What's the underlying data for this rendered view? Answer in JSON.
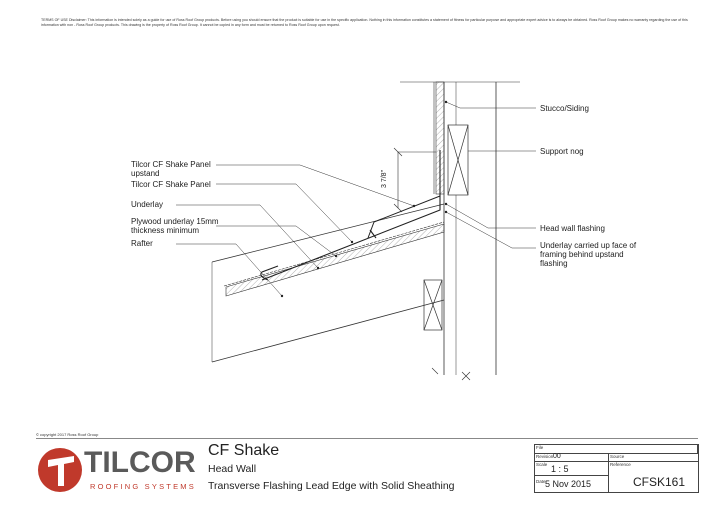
{
  "disclaimer": "TERMS OF USE Disclaimer: This information is intended solely as a guide for use of Ross Roof Group products. Before using you should ensure that the product is suitable for use in the specific application. Nothing in this information constitutes a statement of fitness for particular purpose and appropriate expert advice is to always be obtained. Ross Roof Group makes no warranty regarding the use of this information with non - Ross Roof Group products. This drawing is the property of Ross Roof Group. It cannot be copied in any form and must be returned to Ross Roof Group upon request.",
  "copyright": "© copyright 2017 Ross Roof Group",
  "labels": {
    "stucco": "Stucco/Siding",
    "support_nog": "Support nog",
    "head_wall_flashing": "Head wall flashing",
    "underlay_carried": "Underlay carried up face of\nframing behind upstand\nflashing",
    "panel_upstand": "Tilcor CF Shake Panel\nupstand",
    "panel": "Tilcor CF Shake Panel",
    "underlay": "Underlay",
    "plywood": "Plywood underlay 15mm\nthickness minimum",
    "rafter": "Rafter",
    "dimension": "3 7/8\""
  },
  "brand": {
    "name": "TILCOR",
    "subtitle": "ROOFING SYSTEMS",
    "logo_color": "#c0392b"
  },
  "title": {
    "line1": "CF Shake",
    "line2": "Head Wall",
    "line3": "Transverse Flashing Lead Edge with Solid Sheathing"
  },
  "title_block": {
    "file_label": "File",
    "file_value": "",
    "revision_label": "Revision",
    "revision_value": "00",
    "source_label": "Source",
    "source_value": "",
    "scale_label": "Scale",
    "scale_value": "1 : 5",
    "reference_label": "Reference",
    "reference_value": "CFSK161",
    "date_label": "Date",
    "date_value": "5 Nov 2015"
  }
}
